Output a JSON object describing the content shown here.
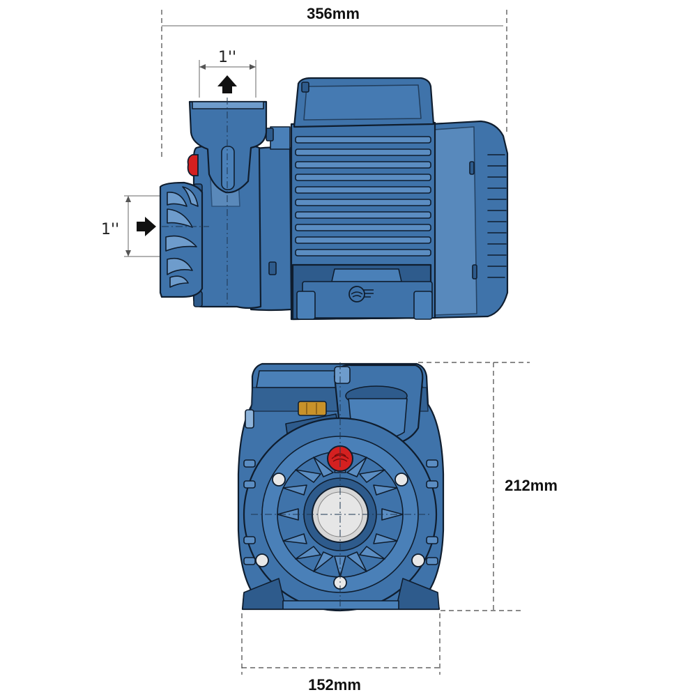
{
  "dimensions": {
    "overall_length": "356mm",
    "outlet_size": "1''",
    "inlet_size": "1''",
    "height": "212mm",
    "base_width": "152mm"
  },
  "colors": {
    "pump_body": "#3f73aa",
    "pump_dark": "#2e5b8c",
    "pump_highlight": "#8db3da",
    "plug_red": "#d42020",
    "port_bore": "#d6d6d6",
    "brass": "#c8922a"
  },
  "icons": {
    "flow_direction": "arrow-icon",
    "logo": "brand-logo-icon"
  }
}
